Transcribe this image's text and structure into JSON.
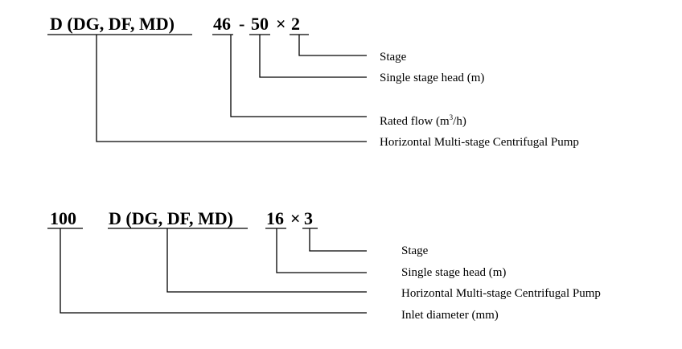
{
  "diagram1": {
    "parts": {
      "model": "D (DG, DF, MD)",
      "flow": "46",
      "dash": "-",
      "head": "50",
      "times": "×",
      "stages": "2"
    },
    "labels": {
      "stage": "Stage",
      "head": "Single stage head (m)",
      "flow_pre": "Rated flow (m",
      "flow_sup": "3",
      "flow_post": "/h)",
      "pump": "Horizontal Multi-stage Centrifugal Pump"
    }
  },
  "diagram2": {
    "parts": {
      "inlet": "100",
      "model": "D (DG, DF, MD)",
      "head": "16",
      "times": "×",
      "stages": "3"
    },
    "labels": {
      "stage": "Stage",
      "head": "Single stage head (m)",
      "pump": "Horizontal Multi-stage Centrifugal Pump",
      "inlet": "Inlet diameter (mm)"
    }
  }
}
